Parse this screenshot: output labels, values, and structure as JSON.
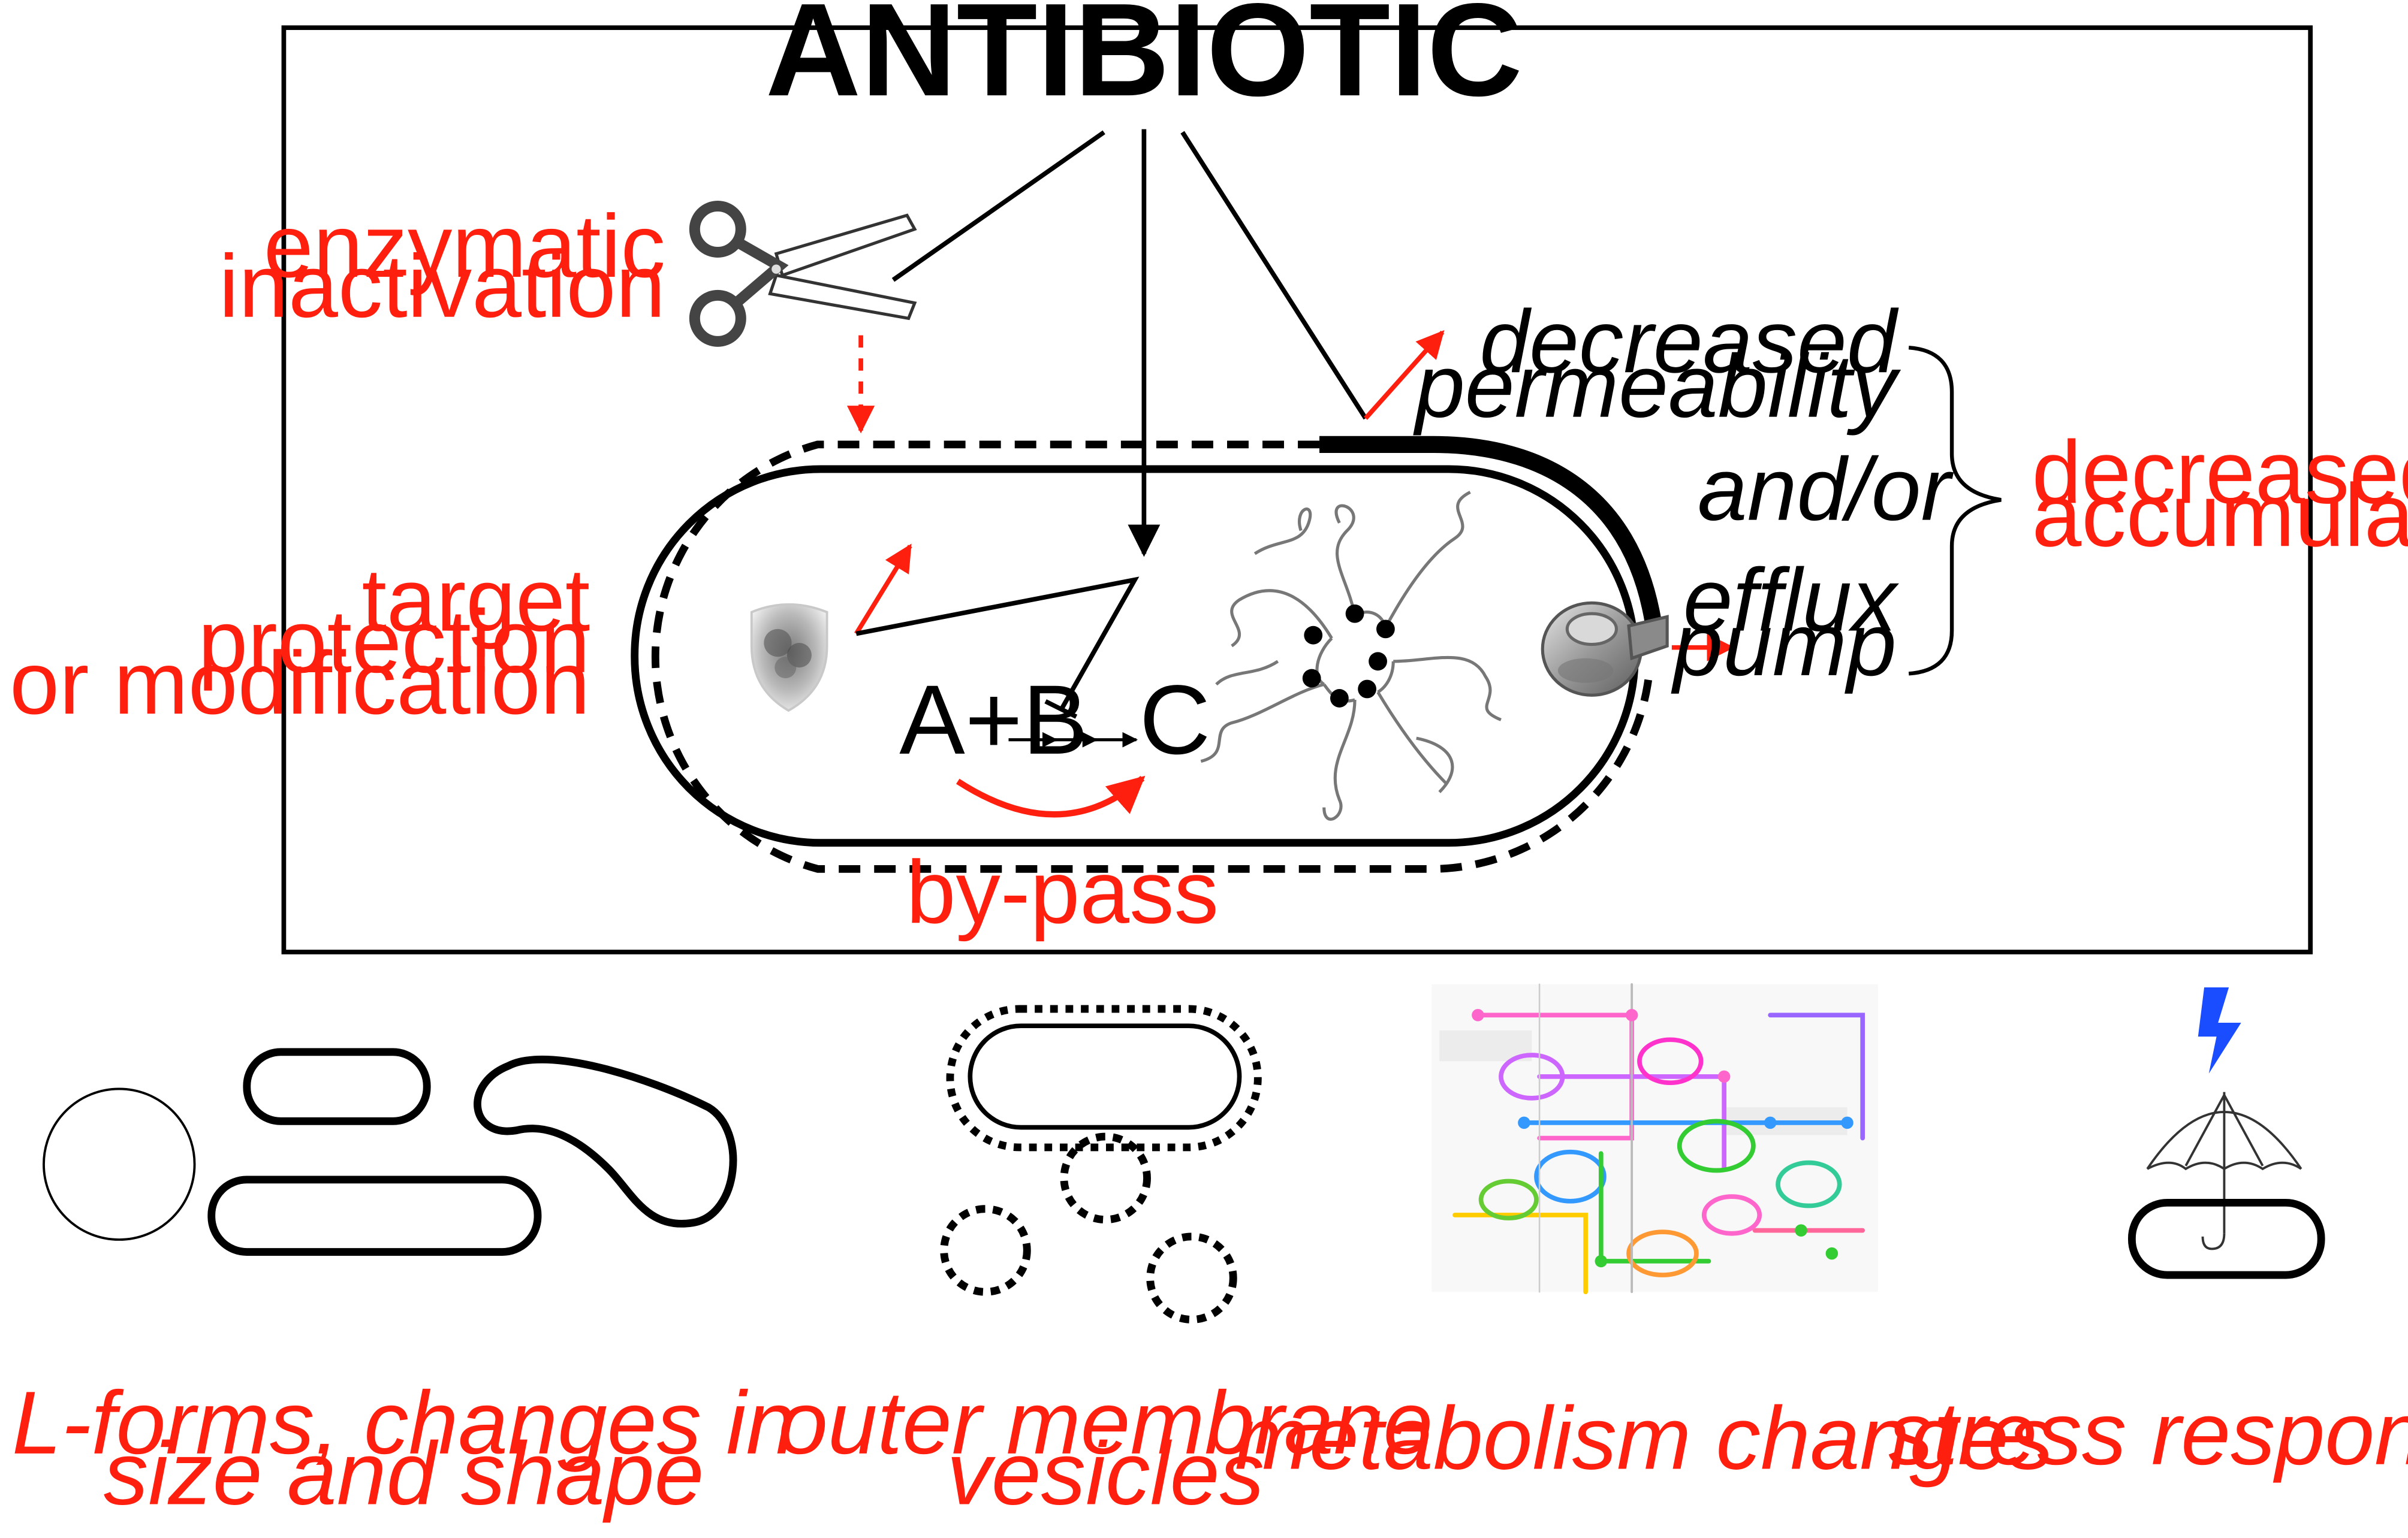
{
  "colors": {
    "accent_red": "#ff1f0f",
    "bolt_blue": "#1a4dff",
    "line_black": "#000000"
  },
  "main_panel": {
    "title": "ANTIBIOTIC",
    "labels": {
      "enzymatic_1": "enzymatic",
      "enzymatic_2": "inactivation",
      "target_1": "target",
      "target_2": "protection",
      "target_3": "or modification",
      "bypass": "by-pass",
      "reaction_left": "A+B",
      "reaction_right": "C",
      "perm_1": "decreased",
      "perm_2": "permeability",
      "andor": "and/or",
      "efflux_1": "efflux",
      "efflux_2": "pump",
      "accum_1": "decreased",
      "accum_2": "accumulation"
    },
    "icons": [
      "scissors-icon",
      "shield-icon",
      "dna-icon",
      "pump-icon"
    ]
  },
  "bottom_panels": {
    "lforms_1": "L-forms, changes in",
    "lforms_2": "size and shape",
    "omv_1": "outer membrane",
    "omv_2": "vesicles",
    "metabolism": "metabolism changes",
    "stress": "stress responses",
    "icons": [
      "metabolic-map-icon",
      "lightning-bolt-icon",
      "umbrella-icon"
    ]
  }
}
